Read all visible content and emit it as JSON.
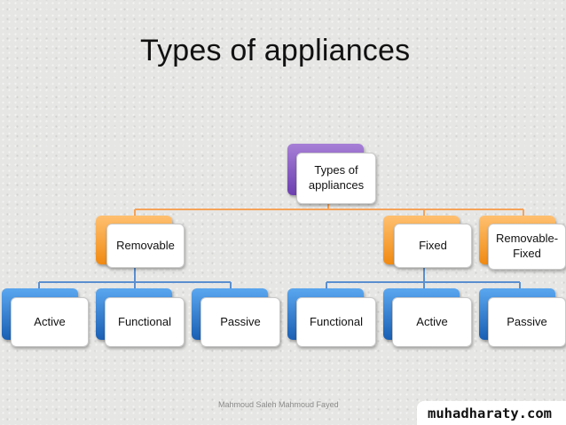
{
  "title": "Types of appliances",
  "footer": "Mahmoud Saleh Mahmoud Fayed",
  "watermark": "muhadharaty.com",
  "colors": {
    "root": "#7a4dbf",
    "category": "#f59a23",
    "leaf": "#2372cc",
    "connector_orange": "#f5a35a",
    "connector_blue": "#5b8fcf"
  },
  "diagram": {
    "root": {
      "label": "Types of\nappliances"
    },
    "categories": [
      {
        "label": "Removable"
      },
      {
        "label": "Fixed"
      },
      {
        "label": "Removable-\nFixed"
      }
    ],
    "removable_children": [
      {
        "label": "Active"
      },
      {
        "label": "Functional"
      },
      {
        "label": "Passive"
      }
    ],
    "fixed_children": [
      {
        "label": "Functional"
      },
      {
        "label": "Active"
      },
      {
        "label": "Passive"
      }
    ]
  }
}
